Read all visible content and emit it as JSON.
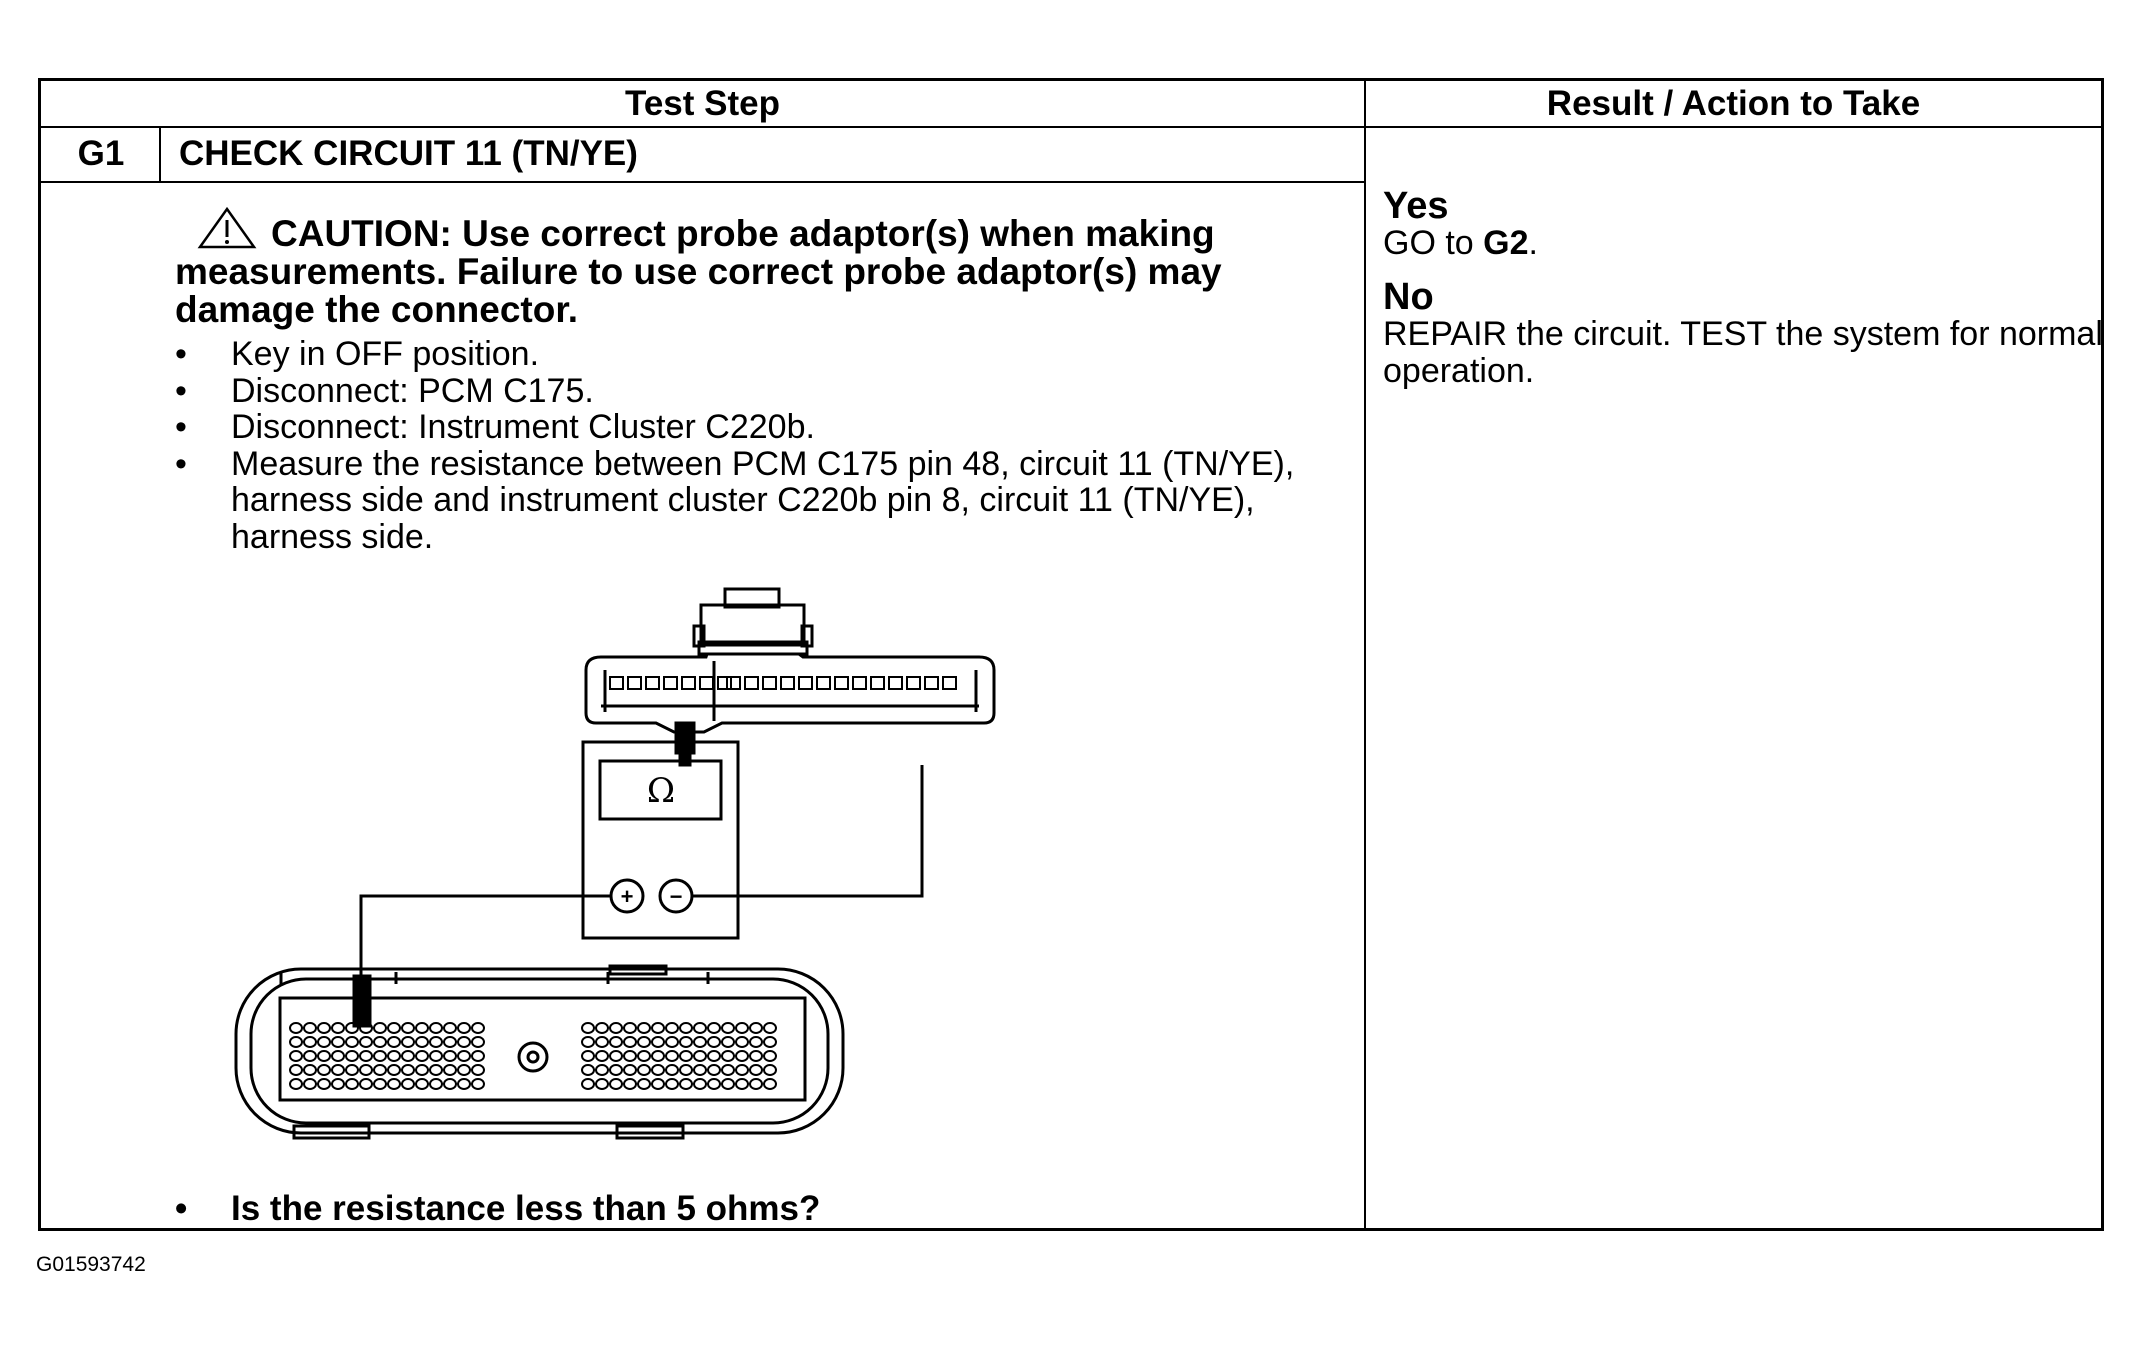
{
  "table": {
    "col_headers": [
      "Test Step",
      "Result / Action to Take"
    ],
    "step": {
      "id": "G1",
      "title": "CHECK CIRCUIT 11 (TN/YE)",
      "caution": "CAUTION: Use correct probe adaptor(s) when making measurements. Failure to use correct probe adaptor(s) may damage the connector.",
      "bullets": [
        "Key in OFF position.",
        "Disconnect: PCM C175.",
        "Disconnect: Instrument Cluster C220b.",
        "Measure the resistance between PCM C175 pin 48, circuit 11 (TN/YE), harness side and instrument cluster C220b pin 8, circuit 11 (TN/YE), harness side."
      ],
      "question": "Is the resistance less than 5 ohms?"
    },
    "results": {
      "yes_label": "Yes",
      "yes_prefix": "GO to ",
      "yes_target": "G2",
      "yes_suffix": ".",
      "no_label": "No",
      "no_text": "REPAIR the circuit. TEST the system for normal operation."
    }
  },
  "figure": {
    "meter_symbol": "Ω",
    "plus_symbol": "+",
    "minus_symbol": "−",
    "icons": [
      "warning-triangle-icon",
      "ohmmeter-icon",
      "instrument-cluster-connector-icon",
      "pcm-connector-icon"
    ]
  },
  "caption": "G01593742"
}
